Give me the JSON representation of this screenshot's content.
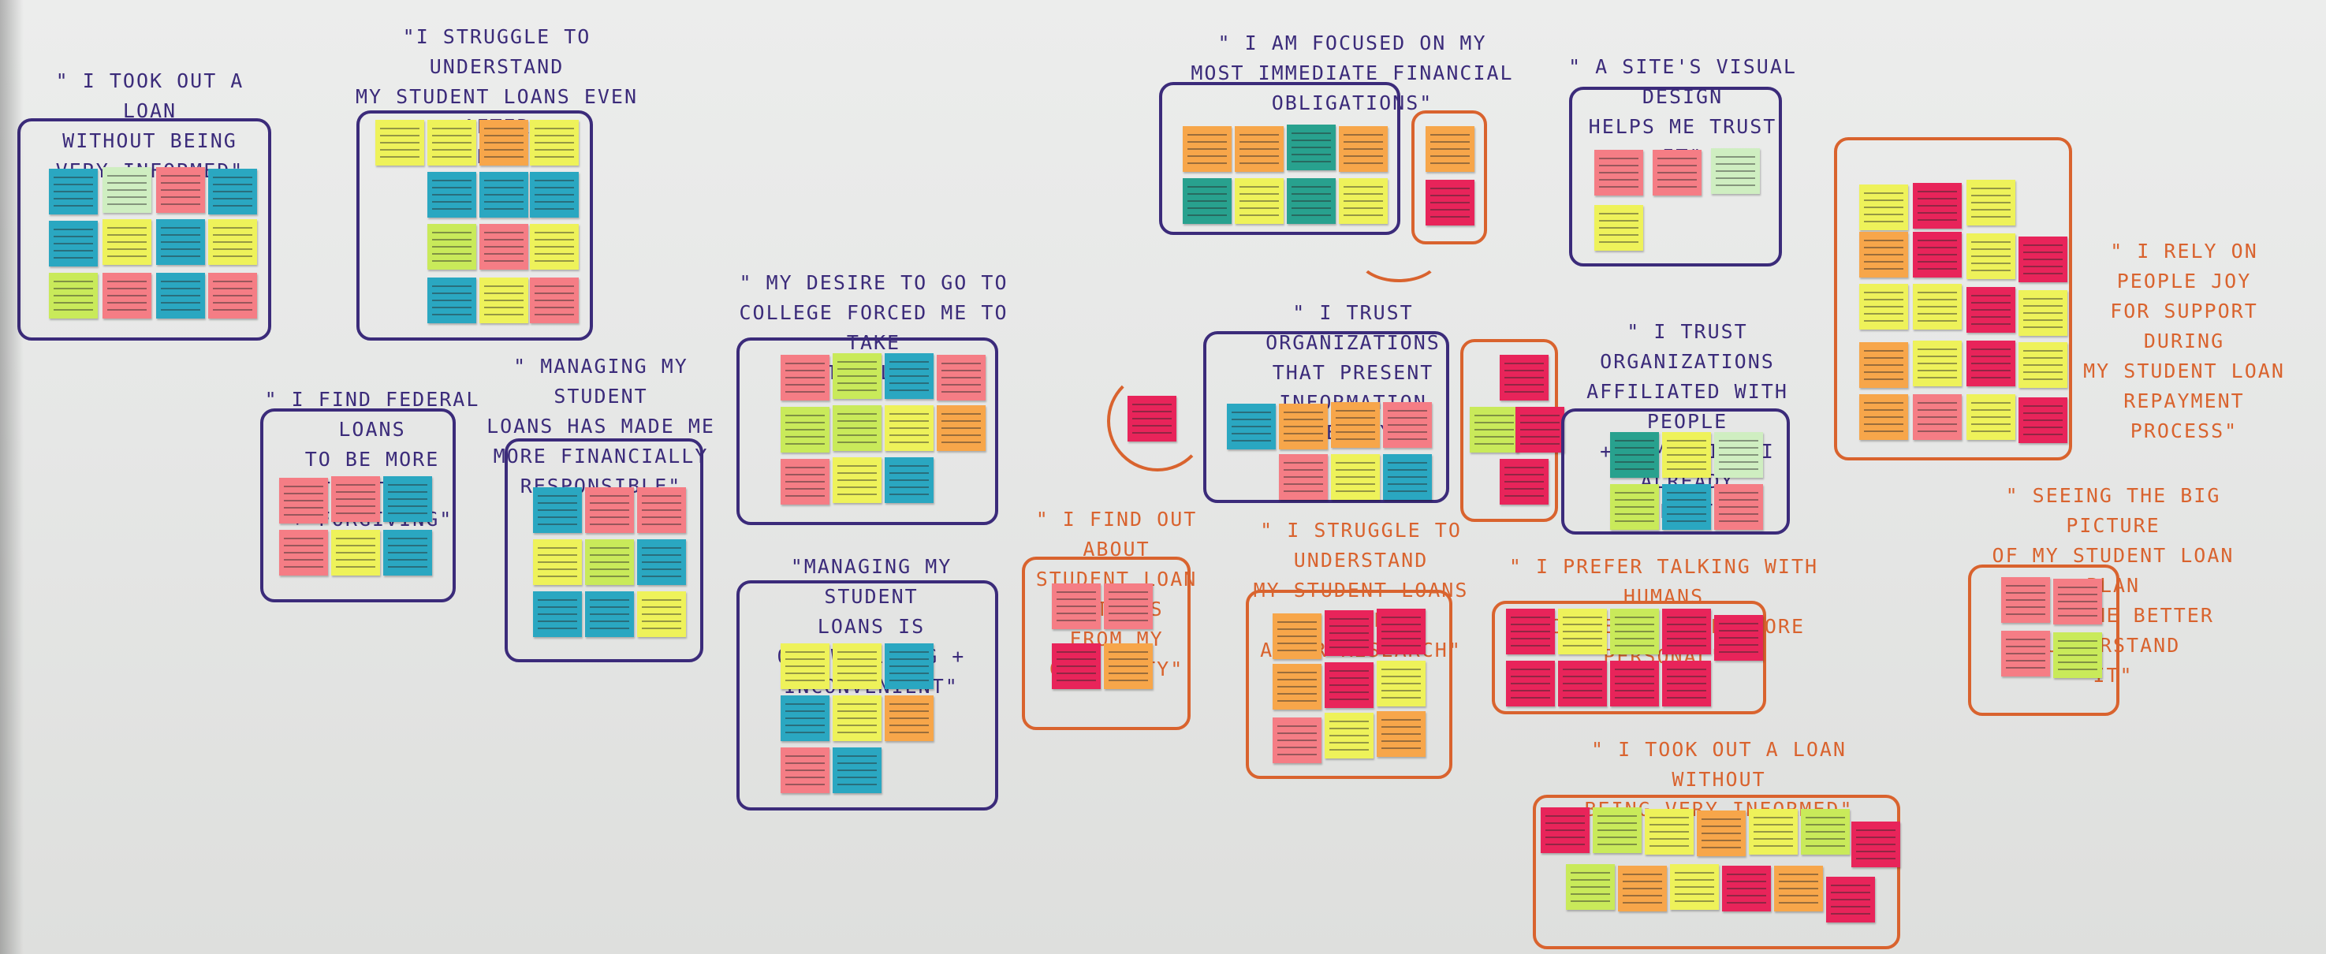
{
  "colors": {
    "wall": "#e8e9e8",
    "purple_marker": "#3b2b7a",
    "orange_marker": "#d9632e",
    "note_yellow": "#eef25a",
    "note_orange": "#f7a64a",
    "note_pink": "#f57d85",
    "note_magenta": "#e8245a",
    "note_blue": "#2aa7c1",
    "note_green": "#c9ea5a"
  },
  "headings": {
    "h1": "\" I TOOK OUT A LOAN\nWITHOUT BEING\nVERY INFORMED\"",
    "h2": "\"I STRUGGLE TO UNDERSTAND\nMY STUDENT LOANS EVEN AFTER\nRESEARCH\"",
    "h3": "\" I FIND FEDERAL LOANS\nTO BE MORE TRUSTFUL\n+ FORGIVING\"",
    "h4": "\" MANAGING MY STUDENT\nLOANS HAS MADE ME\nMORE FINANCIALLY\nRESPONSIBLE\"",
    "h5": "\" MY DESIRE TO GO TO\nCOLLEGE FORCED ME TO TAKE\nOUT A LOAN\"",
    "h6": "\"MANAGING MY STUDENT\nLOANS IS OVERWHELMING +\nINCONVENIENT\"",
    "h7": "\" I AM FOCUSED ON MY\nMOST IMMEDIATE FINANCIAL OBLIGATIONS\"",
    "h8": "\" A SITE'S VISUAL DESIGN\nHELPS ME TRUST IT\"",
    "h9": "\" I TRUST ORGANIZATIONS\nTHAT PRESENT INFORMATION\nCLEARLY\"",
    "h10": "\" I TRUST ORGANIZATIONS\nAFFILIATED WITH PEOPLE\n+ COMPANIES I ALREADY\nTRUST\"",
    "h11": "\" I RELY ON PEOPLE JOY\nFOR SUPPORT DURING\nMY STUDENT LOAN\nREPAYMENT PROCESS\"",
    "h12": "\" I FIND OUT ABOUT\nSTUDENT LOAN OPTIONS\nFROM MY COMMUNITY\"",
    "h13": "\" I STRUGGLE TO UNDERSTAND\nMY STUDENT LOANS EVEN\nAFTER RESEARCH\"",
    "h14": "\" I PREFER TALKING WITH HUMANS\nBECAUSE IT FEELS MORE PERSONAL\"",
    "h15": "\" SEEING THE BIG PICTURE\nOF MY STUDENT LOAN PLAN\nHELPS ME BETTER UNDERSTAND\nIT\"",
    "h16": "\" I TOOK OUT A LOAN WITHOUT\nBEING VERY INFORMED\""
  }
}
